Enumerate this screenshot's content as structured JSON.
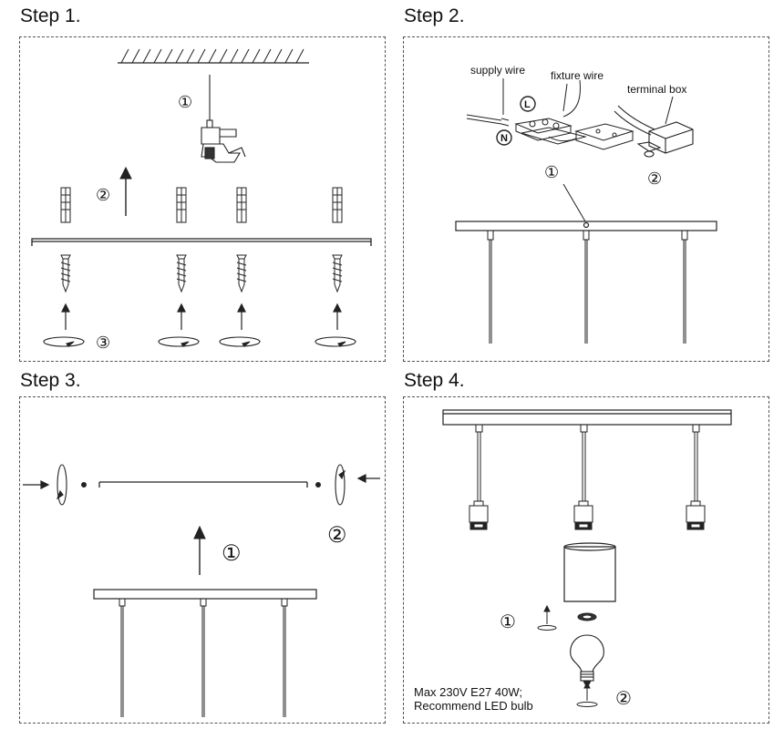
{
  "steps": [
    {
      "title": "Step 1."
    },
    {
      "title": "Step 2."
    },
    {
      "title": "Step 3."
    },
    {
      "title": "Step 4."
    }
  ],
  "step1": {
    "markers": [
      "①",
      "②",
      "③"
    ]
  },
  "step2": {
    "labels": {
      "supply_wire": "supply wire",
      "fixture_wire": "fixture wire",
      "terminal_box": "terminal box"
    },
    "wire_marks": {
      "live": "L",
      "neutral": "N"
    },
    "markers": [
      "①",
      "②"
    ]
  },
  "step3": {
    "markers": [
      "①",
      "②"
    ]
  },
  "step4": {
    "markers": [
      "①",
      "②"
    ],
    "note_line1": "Max 230V E27 40W;",
    "note_line2": "Recommend LED bulb"
  },
  "colors": {
    "line": "#222222",
    "border": "#555555"
  }
}
